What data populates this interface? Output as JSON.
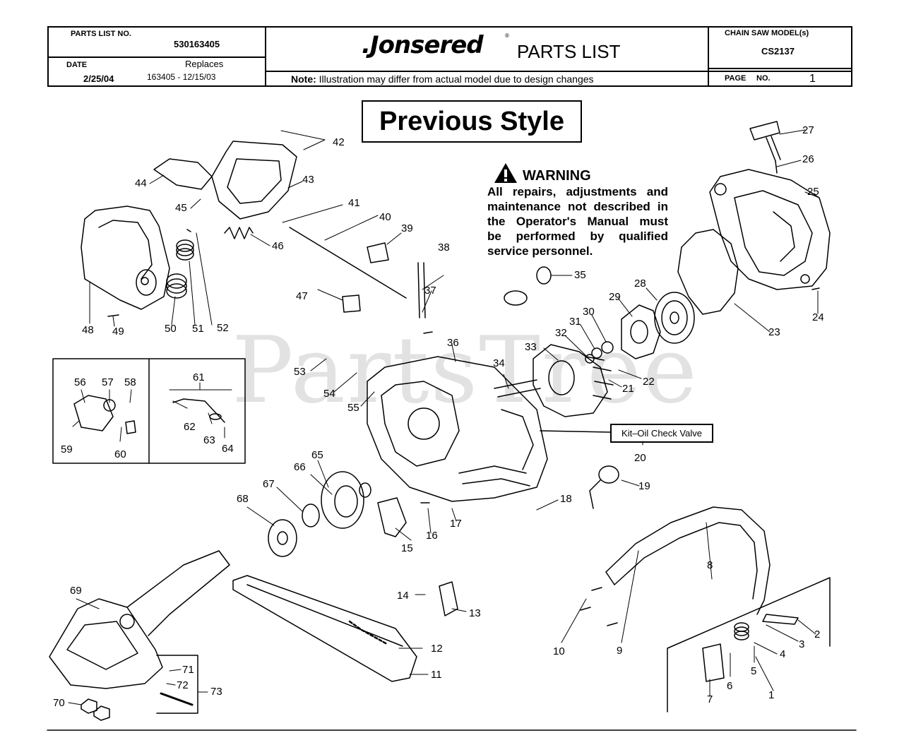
{
  "header": {
    "parts_list_no_label": "PARTS LIST NO.",
    "parts_list_no": "530163405",
    "date_label": "DATE",
    "date": "2/25/04",
    "replaces_label": "Replaces",
    "replaces": "163405 - 12/15/03",
    "brand": ".Jonsered",
    "brand_mark": "®",
    "title": "PARTS LIST",
    "note_label": "Note:",
    "note": "Illustration may differ from actual model due to design changes",
    "model_label": "CHAIN SAW MODEL(s)",
    "model": "CS2137",
    "page_label": "PAGE",
    "page_no_label": "NO.",
    "page_no": "1"
  },
  "style_title": "Previous Style",
  "warning": {
    "title": "WARNING",
    "lines": [
      "All repairs, adjustments and",
      "maintenance not described in",
      "the Operator's Manual must",
      "be performed by qualified",
      "service personnel."
    ]
  },
  "kit_label": "Kit–Oil Check Valve",
  "watermark": "PartsTree",
  "part_numbers": {
    "p1": "1",
    "p2": "2",
    "p3": "3",
    "p4": "4",
    "p5": "5",
    "p6": "6",
    "p7": "7",
    "p8": "8",
    "p9": "9",
    "p10": "10",
    "p11": "11",
    "p12": "12",
    "p13": "13",
    "p14": "14",
    "p15": "15",
    "p16": "16",
    "p17": "17",
    "p18": "18",
    "p19": "19",
    "p20": "20",
    "p21": "21",
    "p22": "22",
    "p23": "23",
    "p24": "24",
    "p25": "25",
    "p26": "26",
    "p27": "27",
    "p28": "28",
    "p29": "29",
    "p30": "30",
    "p31": "31",
    "p32": "32",
    "p33": "33",
    "p34": "34",
    "p35": "35",
    "p36": "36",
    "p37": "37",
    "p38": "38",
    "p39": "39",
    "p40": "40",
    "p41": "41",
    "p42": "42",
    "p43": "43",
    "p44": "44",
    "p45": "45",
    "p46": "46",
    "p47": "47",
    "p48": "48",
    "p49": "49",
    "p50": "50",
    "p51": "51",
    "p52": "52",
    "p53": "53",
    "p54": "54",
    "p55": "55",
    "p56": "56",
    "p57": "57",
    "p58": "58",
    "p59": "59",
    "p60": "60",
    "p61": "61",
    "p62": "62",
    "p63": "63",
    "p64": "64",
    "p65": "65",
    "p66": "66",
    "p67": "67",
    "p68": "68",
    "p69": "69",
    "p70": "70",
    "p71": "71",
    "p72": "72",
    "p73": "73"
  },
  "icons": {
    "warning": "warning-triangle-icon"
  }
}
